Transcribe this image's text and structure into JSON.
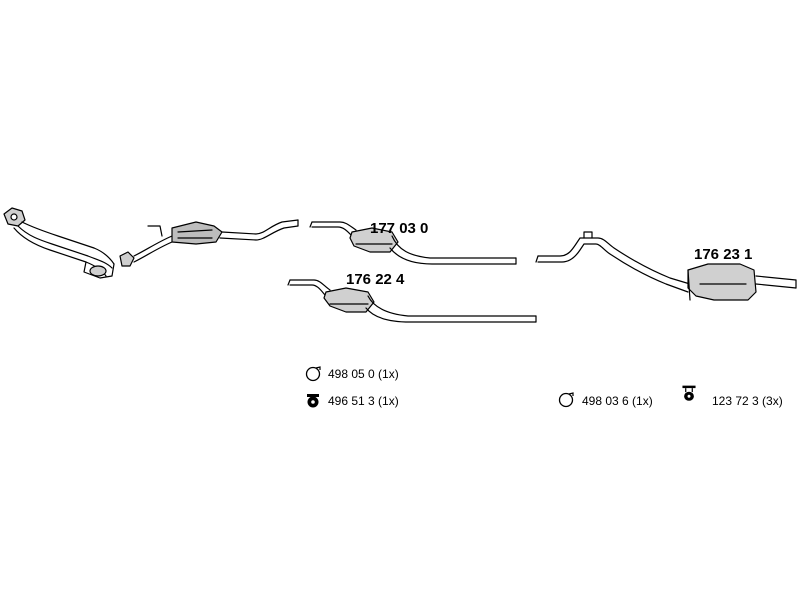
{
  "parts": {
    "middle_silencer_upper": "177 03 0",
    "middle_silencer_lower": "176 22 4",
    "rear_silencer": "176 23 1"
  },
  "accessories": [
    {
      "icon": "ring-clamp-icon",
      "label": "498 05 0 (1x)"
    },
    {
      "icon": "rubber-mount-icon",
      "label": "496 51 3 (1x)"
    },
    {
      "icon": "ring-clamp-icon",
      "label": "498 03 6 (1x)"
    },
    {
      "icon": "rubber-hanger-icon",
      "label": "123 72 3 (3x)"
    }
  ],
  "colors": {
    "line": "#000000",
    "fill": "#d8d8d8",
    "background": "#ffffff"
  }
}
